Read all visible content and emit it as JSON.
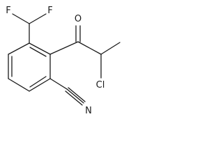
{
  "molecule": {
    "atoms": {
      "fluorine_left": "F",
      "fluorine_right": "F",
      "oxygen": "O",
      "chlorine": "Cl",
      "nitrogen": "N"
    }
  }
}
